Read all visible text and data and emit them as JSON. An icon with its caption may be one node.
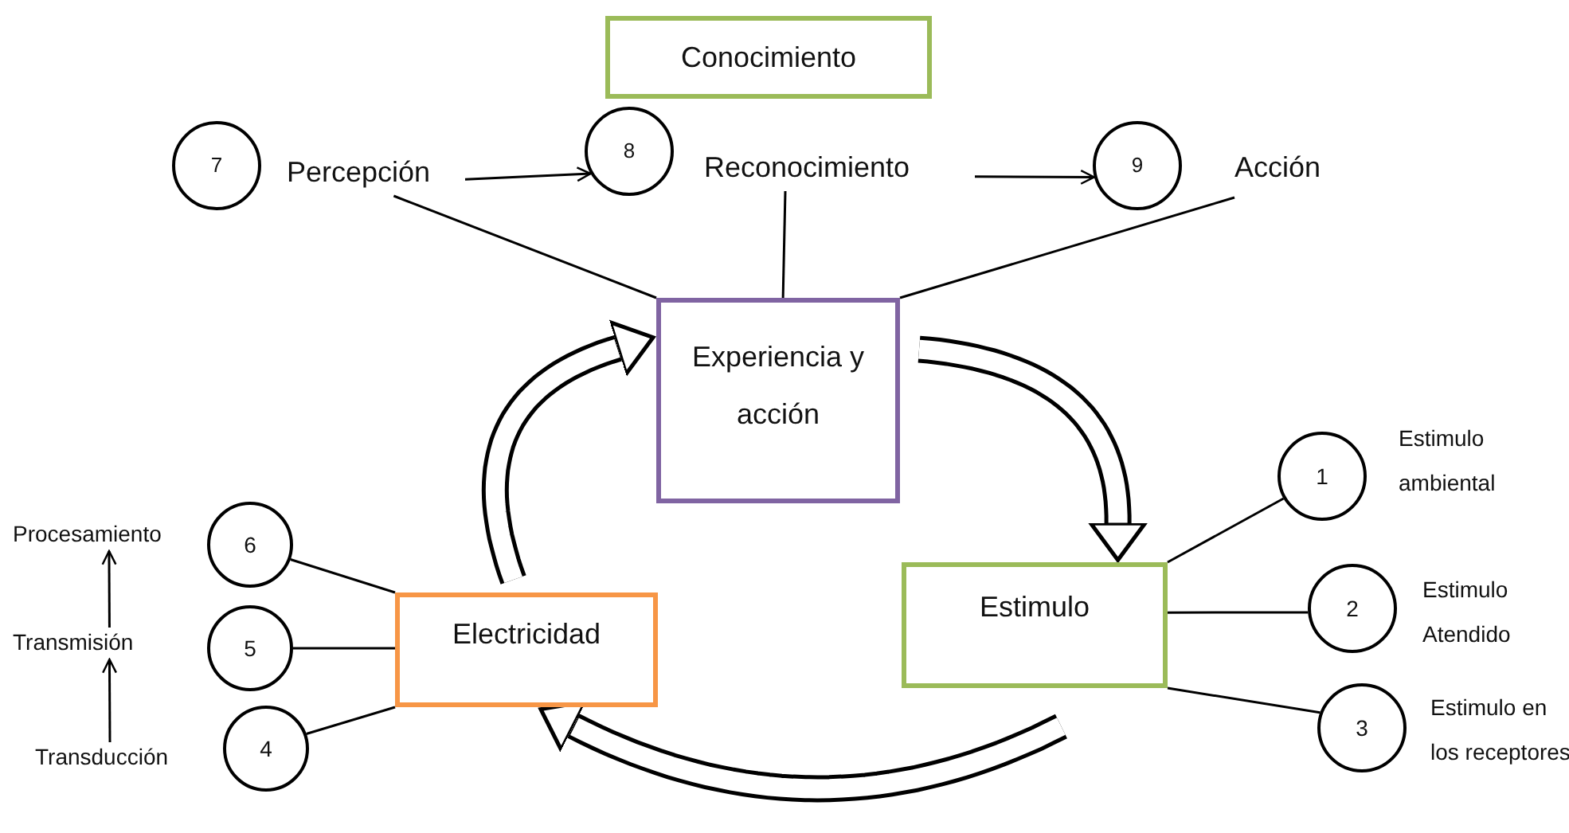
{
  "diagram": {
    "nodes": [
      {
        "text": [
          "Conocimiento"
        ]
      },
      {
        "text": [
          "7"
        ]
      },
      {
        "text": [
          "Percepción"
        ]
      },
      {
        "text": [
          "8"
        ]
      },
      {
        "text": [
          "Reconocimiento"
        ]
      },
      {
        "text": [
          "9"
        ]
      },
      {
        "text": [
          "Acción"
        ]
      },
      {
        "text": [
          "Experiencia y acción"
        ]
      },
      {
        "text": [
          "Estimulo"
        ]
      },
      {
        "text": [
          "Electricidad"
        ]
      },
      {
        "text": [
          "1"
        ],
        "beside": [
          "Estimulo ambiental"
        ]
      },
      {
        "text": [
          "2"
        ],
        "beside": [
          "Estimulo Atendido"
        ]
      },
      {
        "text": [
          "3"
        ],
        "beside": [
          "Estimulo en los receptores"
        ]
      },
      {
        "text": [
          "6"
        ]
      },
      {
        "text": [
          "5"
        ]
      },
      {
        "text": [
          "4"
        ]
      },
      {
        "text": [
          "Procesamiento"
        ]
      },
      {
        "text": [
          "Transmisión"
        ]
      },
      {
        "text": [
          "Transducción"
        ]
      }
    ],
    "edges": [
      {
        "from": 2,
        "to": 3,
        "arrow": "to"
      },
      {
        "from": 4,
        "to": 5,
        "arrow": "to"
      },
      {
        "from": 2,
        "to": 7,
        "arrow": "none"
      },
      {
        "from": 4,
        "to": 7,
        "arrow": "none"
      },
      {
        "from": 6,
        "to": 7,
        "arrow": "none"
      },
      {
        "from": 7,
        "to": 8,
        "arrow": "to",
        "style": "thick"
      },
      {
        "from": 8,
        "to": 9,
        "arrow": "to",
        "style": "thick"
      },
      {
        "from": 9,
        "to": 7,
        "arrow": "to",
        "style": "thick"
      },
      {
        "from": 8,
        "to": 10,
        "arrow": "none"
      },
      {
        "from": 8,
        "to": 11,
        "arrow": "none"
      },
      {
        "from": 8,
        "to": 12,
        "arrow": "none"
      },
      {
        "from": 9,
        "to": 13,
        "arrow": "none"
      },
      {
        "from": 9,
        "to": 14,
        "arrow": "none"
      },
      {
        "from": 9,
        "to": 15,
        "arrow": "none"
      },
      {
        "from": 18,
        "to": 17,
        "arrow": "to"
      },
      {
        "from": 17,
        "to": 16,
        "arrow": "to"
      }
    ]
  }
}
